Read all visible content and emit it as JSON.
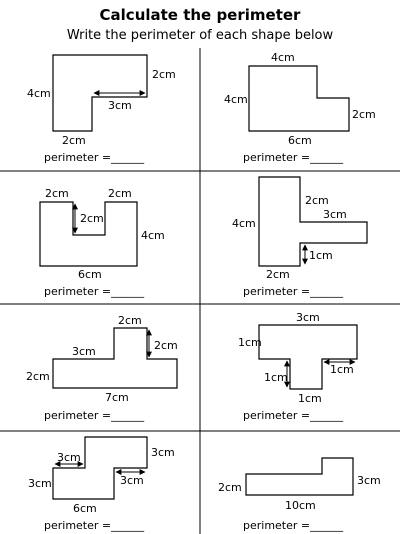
{
  "header": {
    "title": "Calculate the perimeter",
    "subtitle": "Write the perimeter of each shape below"
  },
  "shapes": [
    {
      "labels": [
        "4cm",
        "2cm",
        "3cm",
        "2cm"
      ],
      "perimeter_prompt": "perimeter =______"
    },
    {
      "labels": [
        "4cm",
        "4cm",
        "2cm",
        "6cm"
      ],
      "perimeter_prompt": "perimeter =______"
    },
    {
      "labels": [
        "2cm",
        "2cm",
        "2cm",
        "4cm",
        "6cm"
      ],
      "perimeter_prompt": "perimeter =______"
    },
    {
      "labels": [
        "4cm",
        "2cm",
        "3cm",
        "1cm",
        "2cm"
      ],
      "perimeter_prompt": "perimeter =______"
    },
    {
      "labels": [
        "2cm",
        "2cm",
        "3cm",
        "2cm",
        "7cm"
      ],
      "perimeter_prompt": "perimeter =______"
    },
    {
      "labels": [
        "3cm",
        "1cm",
        "1cm",
        "1cm",
        "1cm"
      ],
      "perimeter_prompt": "perimeter =______"
    },
    {
      "labels": [
        "3cm",
        "3cm",
        "3cm",
        "3cm",
        "6cm"
      ],
      "perimeter_prompt": "perimeter =______"
    },
    {
      "labels": [
        "2cm",
        "3cm",
        "10cm"
      ],
      "perimeter_prompt": "perimeter =______"
    }
  ]
}
